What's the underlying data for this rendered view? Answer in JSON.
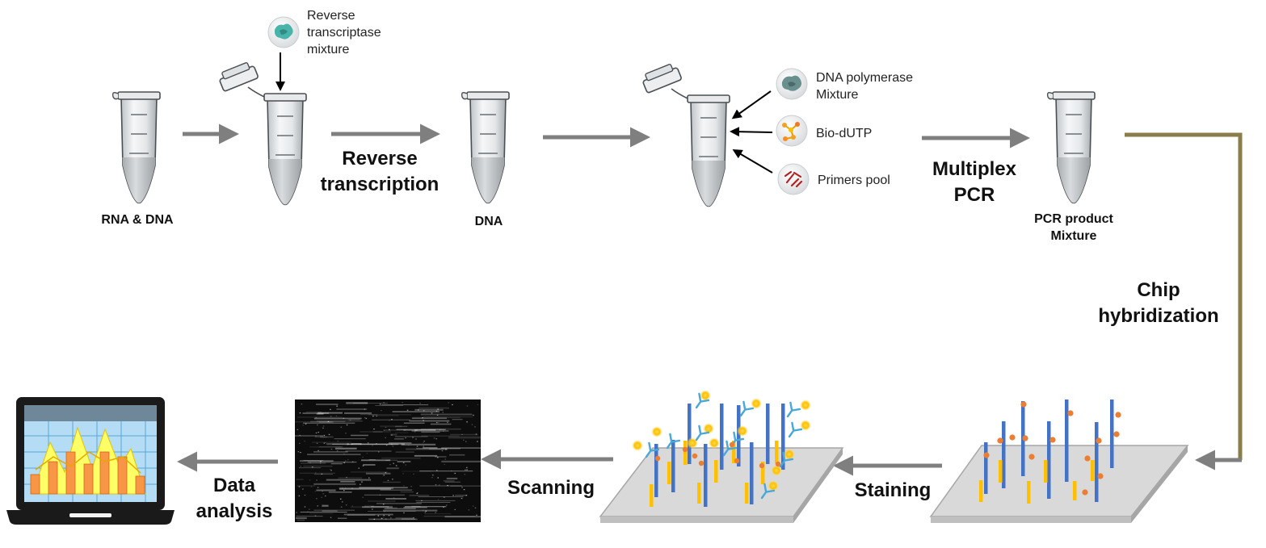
{
  "samples": {
    "rna_dna": "RNA & DNA",
    "dna": "DNA",
    "pcr_product": "PCR product\nMixture"
  },
  "reagents": {
    "reverse_transcriptase": "Reverse\ntranscriptase\nmixture",
    "dna_polymerase": "DNA polymerase\nMixture",
    "bio_dutp": "Bio-dUTP",
    "primers_pool": "Primers pool"
  },
  "steps": {
    "reverse_transcription": "Reverse\ntranscription",
    "multiplex_pcr": "Multiplex\nPCR",
    "chip_hybridization": "Chip\nhybridization",
    "staining": "Staining",
    "scanning": "Scanning",
    "data_analysis": "Data\nanalysis"
  },
  "icons": [
    "tube-icon",
    "open-tube-icon",
    "enzyme-icon",
    "nucleotide-icon",
    "primer-icon",
    "microarray-chip-icon",
    "scan-image-icon",
    "laptop-chart-icon"
  ],
  "colors": {
    "arrow": "#7f7f7f",
    "connector": "#8b7d4b",
    "probe_blue": "#4472c4",
    "probe_yellow": "#ffc000",
    "dot_orange": "#ed7d31",
    "antibody_blue": "#4aa8d8",
    "chart_orange": "#f79646",
    "chart_yellow": "#ffff66",
    "screen_blue": "#b4dcf5"
  }
}
